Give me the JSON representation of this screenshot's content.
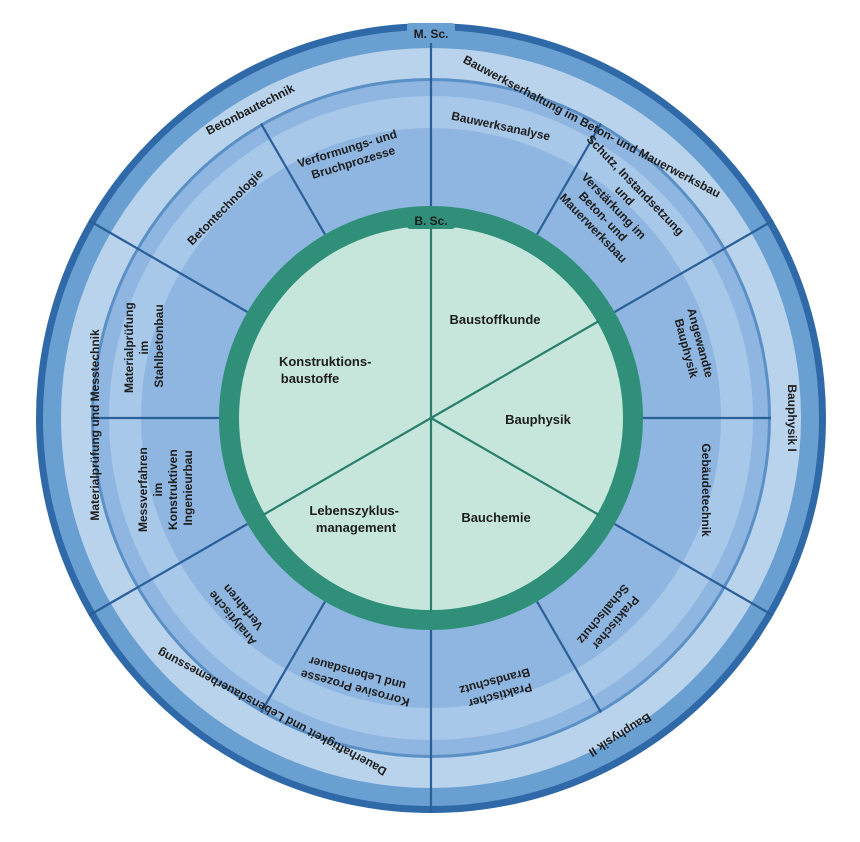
{
  "colors": {
    "outer_edge": "#2f69a8",
    "outer_ring": "#6a9fd2",
    "program_band": "#b9d3ec",
    "course_ring": "#8eb6e0",
    "course_band": "#a8c8ea",
    "green_ring": "#2f8f79",
    "core_fill": "#c6e6dc",
    "separator": "#2b5f98"
  },
  "headers": {
    "msc": "M. Sc.",
    "bsc": "B. Sc."
  },
  "bsc_core": {
    "baustoffkunde": "Baustoffkunde",
    "bauphysik": "Bauphysik",
    "bauchemie": "Bauchemie",
    "lebenszyklus": [
      "Lebenszyklus-",
      "management"
    ],
    "konstruktion": [
      "Konstruktions-",
      "baustoffe"
    ]
  },
  "programs": {
    "betonbautechnik": "Betonbautechnik",
    "bauwerkserhaltung": "Bauwerkserhaltung im Beton- und Mauerwerksbau",
    "bauphysik1": "Bauphysik I",
    "bauphysik2": "Bauphysik II",
    "dauerhaftigkeit": "Dauerhaftigkeit und Lebensdauerbemessung",
    "materialpruefung": "Materialprüfung und Messtechnik"
  },
  "courses": {
    "verformung": [
      "Verformungs- und",
      "Bruchprozesse"
    ],
    "betontechnologie": "Betontechnologie",
    "bauwerksanalyse": "Bauwerksanalyse",
    "schutz": [
      "Schutz, Instandsetzung",
      "und",
      "Verstärkung im",
      "Beton- und",
      "Mauerwerksbau"
    ],
    "angewandte": [
      "Angewandte",
      "Bauphysik"
    ],
    "gebaeudetechnik": "Gebäudetechnik",
    "schallschutz": [
      "Praktischer",
      "Schallschutz"
    ],
    "brandschutz": [
      "Praktischer",
      "Brandschutz"
    ],
    "korrosive": [
      "Korrosive Prozesse",
      "und Lebensdauer"
    ],
    "analytische": [
      "Analytische",
      "Verfahren"
    ],
    "messverfahren": [
      "Messverfahren",
      "im",
      "Konstruktiven",
      "Ingenieurbau"
    ],
    "materialpruefung_stahl": [
      "Materialprüfung",
      "im",
      "Stahlbetonbau"
    ]
  }
}
